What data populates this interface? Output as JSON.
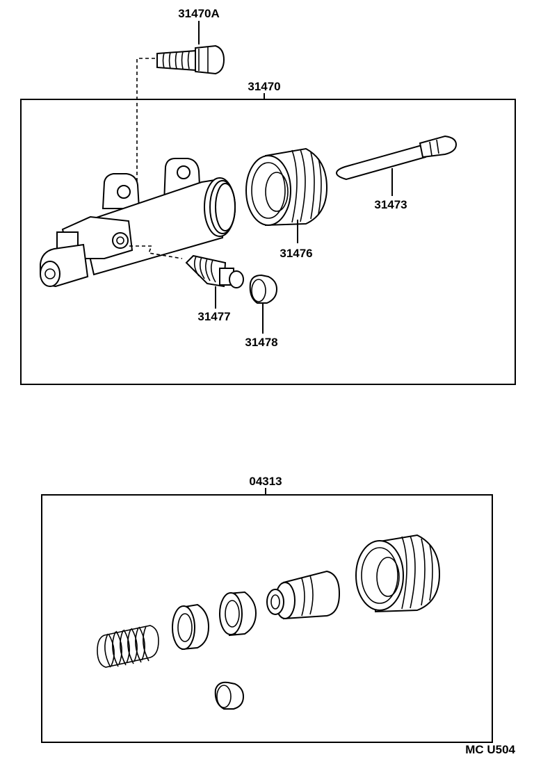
{
  "labels": {
    "bolt": "31470A",
    "cylinder_assy": "31470",
    "push_rod": "31473",
    "boot": "31476",
    "bleeder_plug": "31477",
    "bleeder_cap": "31478",
    "repair_kit": "04313",
    "figure_code": "MC U504"
  }
}
